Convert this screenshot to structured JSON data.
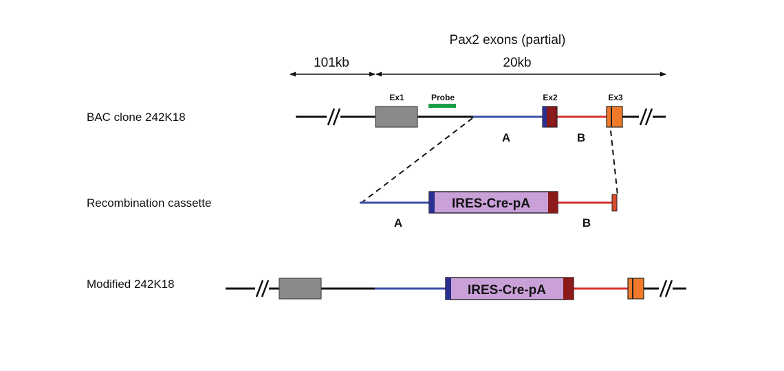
{
  "header": {
    "exons_title": "Pax2 exons (partial)",
    "span_101": "101kb",
    "span_20": "20kb"
  },
  "rows": {
    "bac": {
      "label": "BAC clone 242K18",
      "ex1": "Ex1",
      "probe": "Probe",
      "ex2": "Ex2",
      "ex3": "Ex3",
      "seg_a": "A",
      "seg_b": "B"
    },
    "cassette": {
      "label": "Recombination cassette",
      "insert": "IRES-Cre-pA",
      "seg_a": "A",
      "seg_b": "B"
    },
    "modified": {
      "label": "Modified 242K18",
      "insert": "IRES-Cre-pA"
    }
  },
  "colors": {
    "backbone": "#111111",
    "homology_a": "#3a4fa8",
    "homology_b": "#d8312f",
    "exon1": "#8a8a8a",
    "exon_dark_red": "#8b1a1a",
    "exon_orange": "#f07a2a",
    "exon_blue_band": "#2b2f8f",
    "probe": "#1f9e4a",
    "cassette_fill": "#c9a0d8"
  }
}
